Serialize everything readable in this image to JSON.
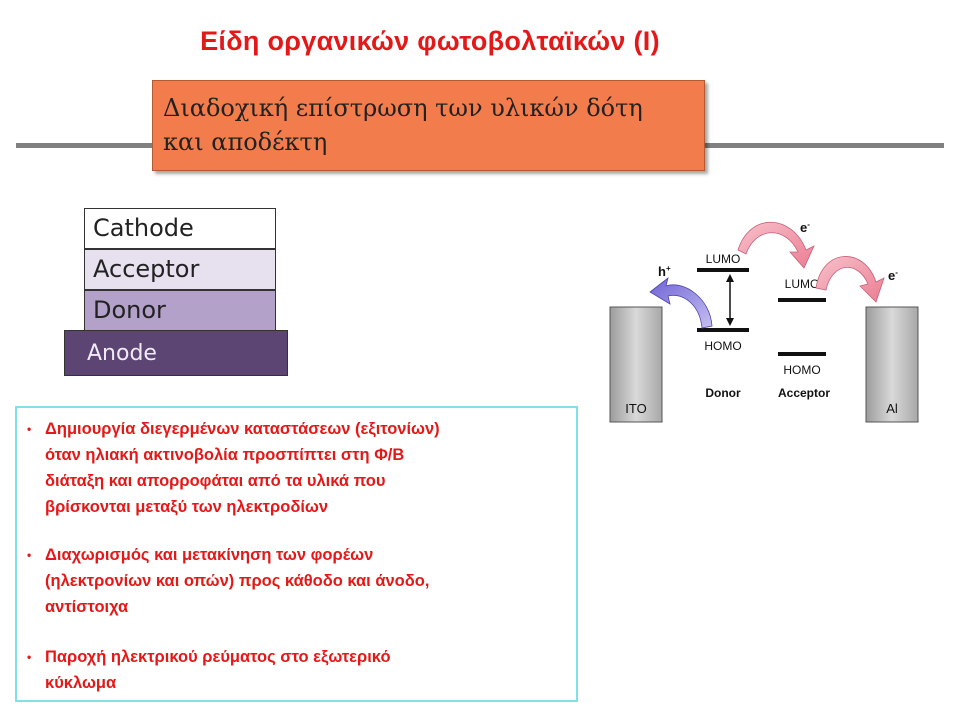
{
  "title": "Είδη οργανικών φωτοβολταϊκών (Ι)",
  "subtitle_box": {
    "line1": "Διαδοχική επίστρωση των υλικών δότη",
    "line2": "και αποδέκτη"
  },
  "layers": {
    "cathode": "Cathode",
    "acceptor": "Acceptor",
    "donor": "Donor",
    "anode": "Anode"
  },
  "bullets": [
    {
      "lines": [
        "Δημιουργία διεγερμένων καταστάσεων (εξιτονίων)",
        "όταν ηλιακή ακτινοβολία προσπίπτει στη Φ/Β",
        "διάταξη και απορροφάται από τα υλικά που",
        "βρίσκονται μεταξύ των ηλεκτροδίων"
      ]
    },
    {
      "lines": [
        "Διαχωρισμός και μετακίνηση των φορέων",
        "(ηλεκτρονίων και οπών) προς κάθοδο και άνοδο,",
        "αντίστοιχα"
      ]
    },
    {
      "lines": [
        "Παροχή ηλεκτρικού ρεύματος στο εξωτερικό",
        "κύκλωμα"
      ]
    }
  ],
  "energy_diagram": {
    "ito": "ITO",
    "al": "Al",
    "donor": "Donor",
    "acceptor": "Acceptor",
    "donor_lumo": "LUMO",
    "donor_homo": "HOMO",
    "acceptor_lumo": "LUMO",
    "acceptor_homo": "HOMO",
    "hole": "h",
    "hole_sup": "+",
    "electron": "e",
    "electron_sup": "-"
  },
  "colors": {
    "title": "#e31919",
    "orange_box": "#f37c4c",
    "bullet_text": "#e31919",
    "bullet_border": "#7fe1e8",
    "arrow_pink": "#f29aaa",
    "arrow_purple": "#9a8fe0"
  }
}
